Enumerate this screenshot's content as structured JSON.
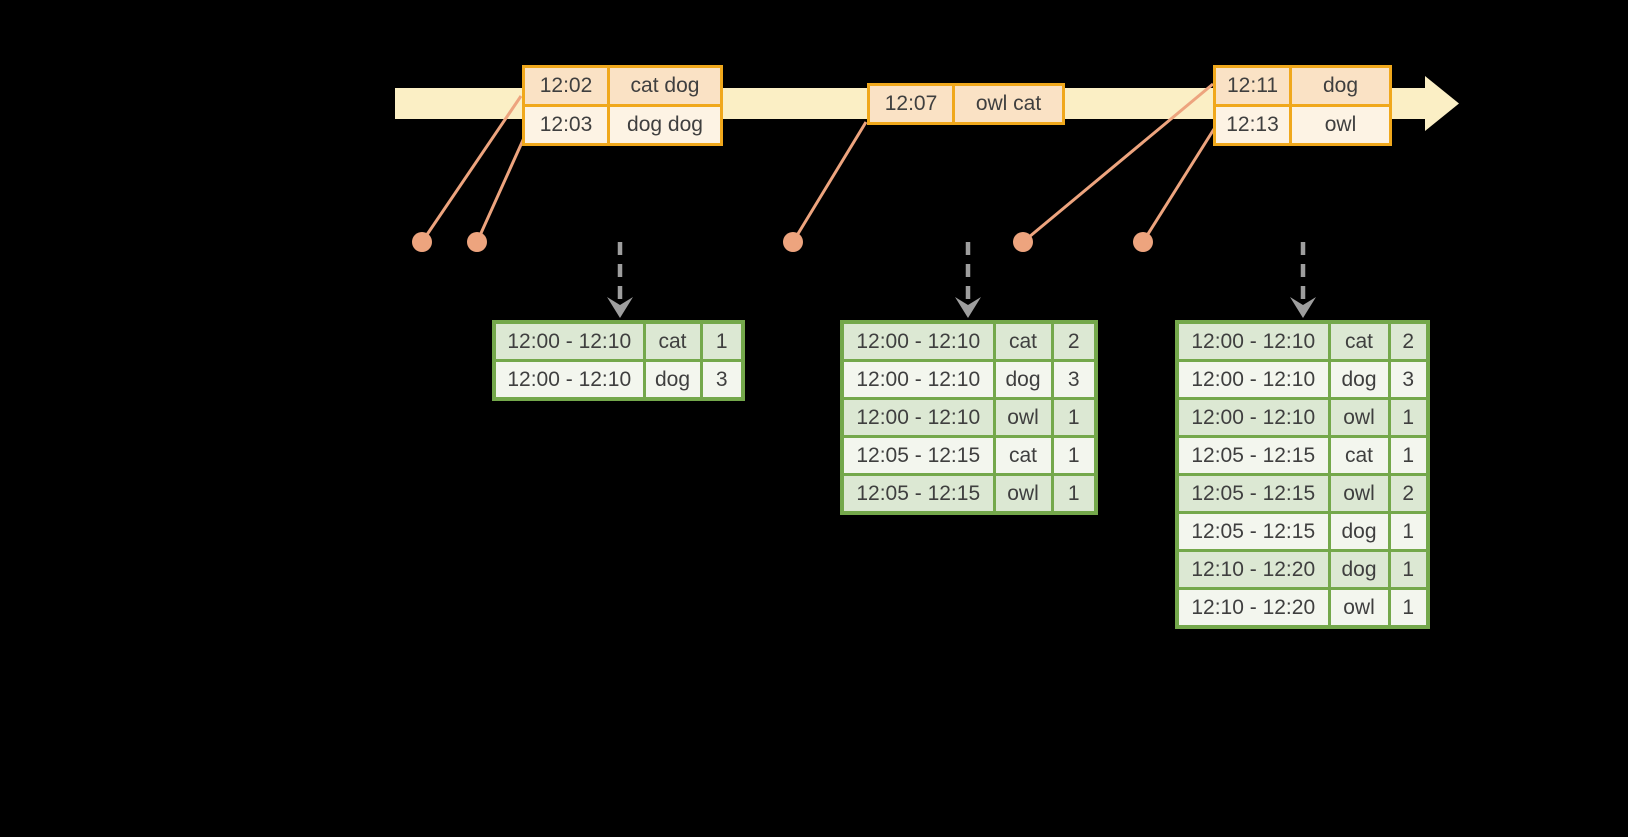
{
  "palette": {
    "background": "#000000",
    "timeline_band": "#fbefc5",
    "event_border": "#f0a81c",
    "event_row_dark": "#fae2c5",
    "event_row_light": "#fdf3e4",
    "result_border": "#74a84b",
    "result_row_green": "#dce8d3",
    "result_row_light": "#f3f6ee",
    "connector": "#eda47e",
    "trigger_arrow": "#9e9e9e",
    "text": "#3f3f3f"
  },
  "event_tables": [
    {
      "rows": [
        {
          "time": "12:02",
          "words": "cat dog"
        },
        {
          "time": "12:03",
          "words": "dog dog"
        }
      ]
    },
    {
      "rows": [
        {
          "time": "12:07",
          "words": "owl cat"
        }
      ]
    },
    {
      "rows": [
        {
          "time": "12:11",
          "words": "dog"
        },
        {
          "time": "12:13",
          "words": "owl"
        }
      ]
    }
  ],
  "result_tables": [
    {
      "rows": [
        {
          "window": "12:00 - 12:10",
          "word": "cat",
          "count": "1"
        },
        {
          "window": "12:00 - 12:10",
          "word": "dog",
          "count": "3"
        }
      ]
    },
    {
      "rows": [
        {
          "window": "12:00 - 12:10",
          "word": "cat",
          "count": "2"
        },
        {
          "window": "12:00 - 12:10",
          "word": "dog",
          "count": "3"
        },
        {
          "window": "12:00 - 12:10",
          "word": "owl",
          "count": "1"
        },
        {
          "window": "12:05 - 12:15",
          "word": "cat",
          "count": "1"
        },
        {
          "window": "12:05 - 12:15",
          "word": "owl",
          "count": "1"
        }
      ]
    },
    {
      "rows": [
        {
          "window": "12:00 - 12:10",
          "word": "cat",
          "count": "2"
        },
        {
          "window": "12:00 - 12:10",
          "word": "dog",
          "count": "3"
        },
        {
          "window": "12:00 - 12:10",
          "word": "owl",
          "count": "1"
        },
        {
          "window": "12:05 - 12:15",
          "word": "cat",
          "count": "1"
        },
        {
          "window": "12:05 - 12:15",
          "word": "owl",
          "count": "2"
        },
        {
          "window": "12:05 - 12:15",
          "word": "dog",
          "count": "1"
        },
        {
          "window": "12:10 - 12:20",
          "word": "dog",
          "count": "1"
        },
        {
          "window": "12:10 - 12:20",
          "word": "owl",
          "count": "1"
        }
      ]
    }
  ]
}
